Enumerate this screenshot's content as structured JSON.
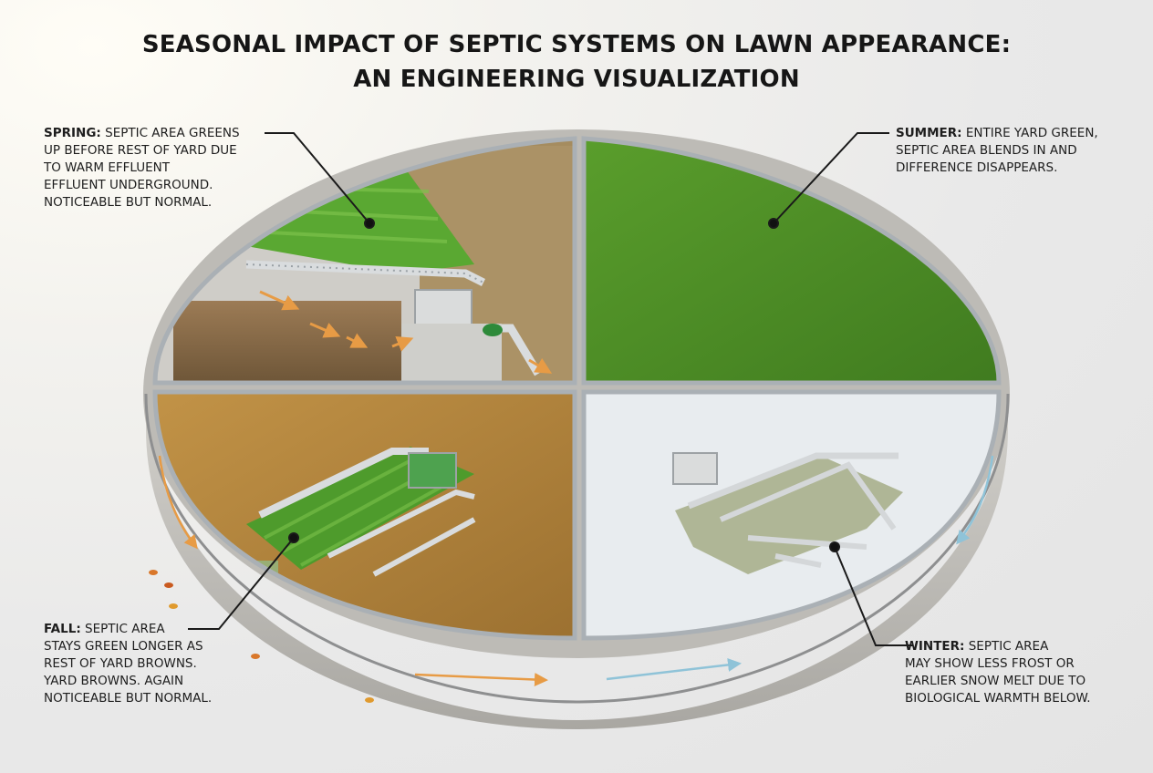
{
  "title": {
    "line1": "SEASONAL IMPACT OF SEPTIC SYSTEMS ON LAWN APPEARANCE:",
    "line2": "AN ENGINEERING VISUALIZATION"
  },
  "callouts": {
    "spring": {
      "season": "SPRING:",
      "l1": "SEPTIC AREA GREENS",
      "l2": "UP BEFORE REST OF YARD DUE",
      "l3": "TO WARM EFFLUENT",
      "l4": "EFFLUENT UNDERGROUND.",
      "l5": "NOTICEABLE BUT NORMAL."
    },
    "summer": {
      "season": "SUMMER:",
      "l1": "ENTIRE YARD GREEN,",
      "l2": "SEPTIC AREA BLENDS IN AND",
      "l3": "DIFFERENCE DISAPPEARS."
    },
    "fall": {
      "season": "FALL:",
      "l1": "SEPTIC AREA",
      "l2": "STAYS GREEN LONGER AS",
      "l3": "REST OF YARD BROWNS.",
      "l4": "YARD BROWNS. AGAIN",
      "l5": "NOTICEABLE BUT NORMAL."
    },
    "winter": {
      "season": "WINTER:",
      "l1": "SEPTIC AREA",
      "l2": "MAY SHOW LESS FROST OR",
      "l3": "EARLIER SNOW MELT DUE TO",
      "l4": "BIOLOGICAL WARMTH BELOW."
    }
  },
  "colors": {
    "spring_grass": "#5aa832",
    "summer_grass": "#4f8f27",
    "fall_grass": "#b5873c",
    "winter_snow": "#e8ecef",
    "frame": "#aab0b5",
    "concrete": "#c9c7c2",
    "flow_arrow": "#e79b45",
    "warm_glow": "#e4572b"
  }
}
